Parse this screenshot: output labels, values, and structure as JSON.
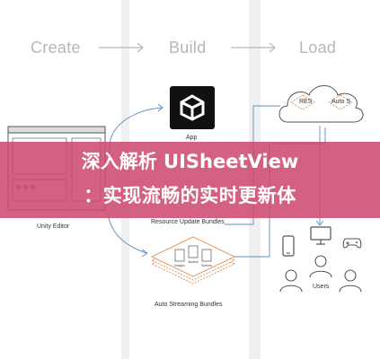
{
  "stages": [
    "Create",
    "Build",
    "Load"
  ],
  "nodes": {
    "app": "App",
    "unity_editor": "Unity Editor",
    "resource_update_bundles": "Resource Update Bundles",
    "auto_streaming_bundles": "Auto Streaming Bundles",
    "users": "Users",
    "cloud_res": "RES",
    "cloud_auto": "Auto S",
    "bundle_items": [
      "Images",
      "Models",
      "Scenes"
    ]
  },
  "banner": {
    "line1": "深入解析 UISheetView",
    "line2": "：实现流畅的实时更新体"
  },
  "colors": {
    "banner": "#cd466e",
    "stage_text": "#b7b7b7",
    "flow_line": "#5b8fc2",
    "bundle_orange": "#e08a4a"
  }
}
